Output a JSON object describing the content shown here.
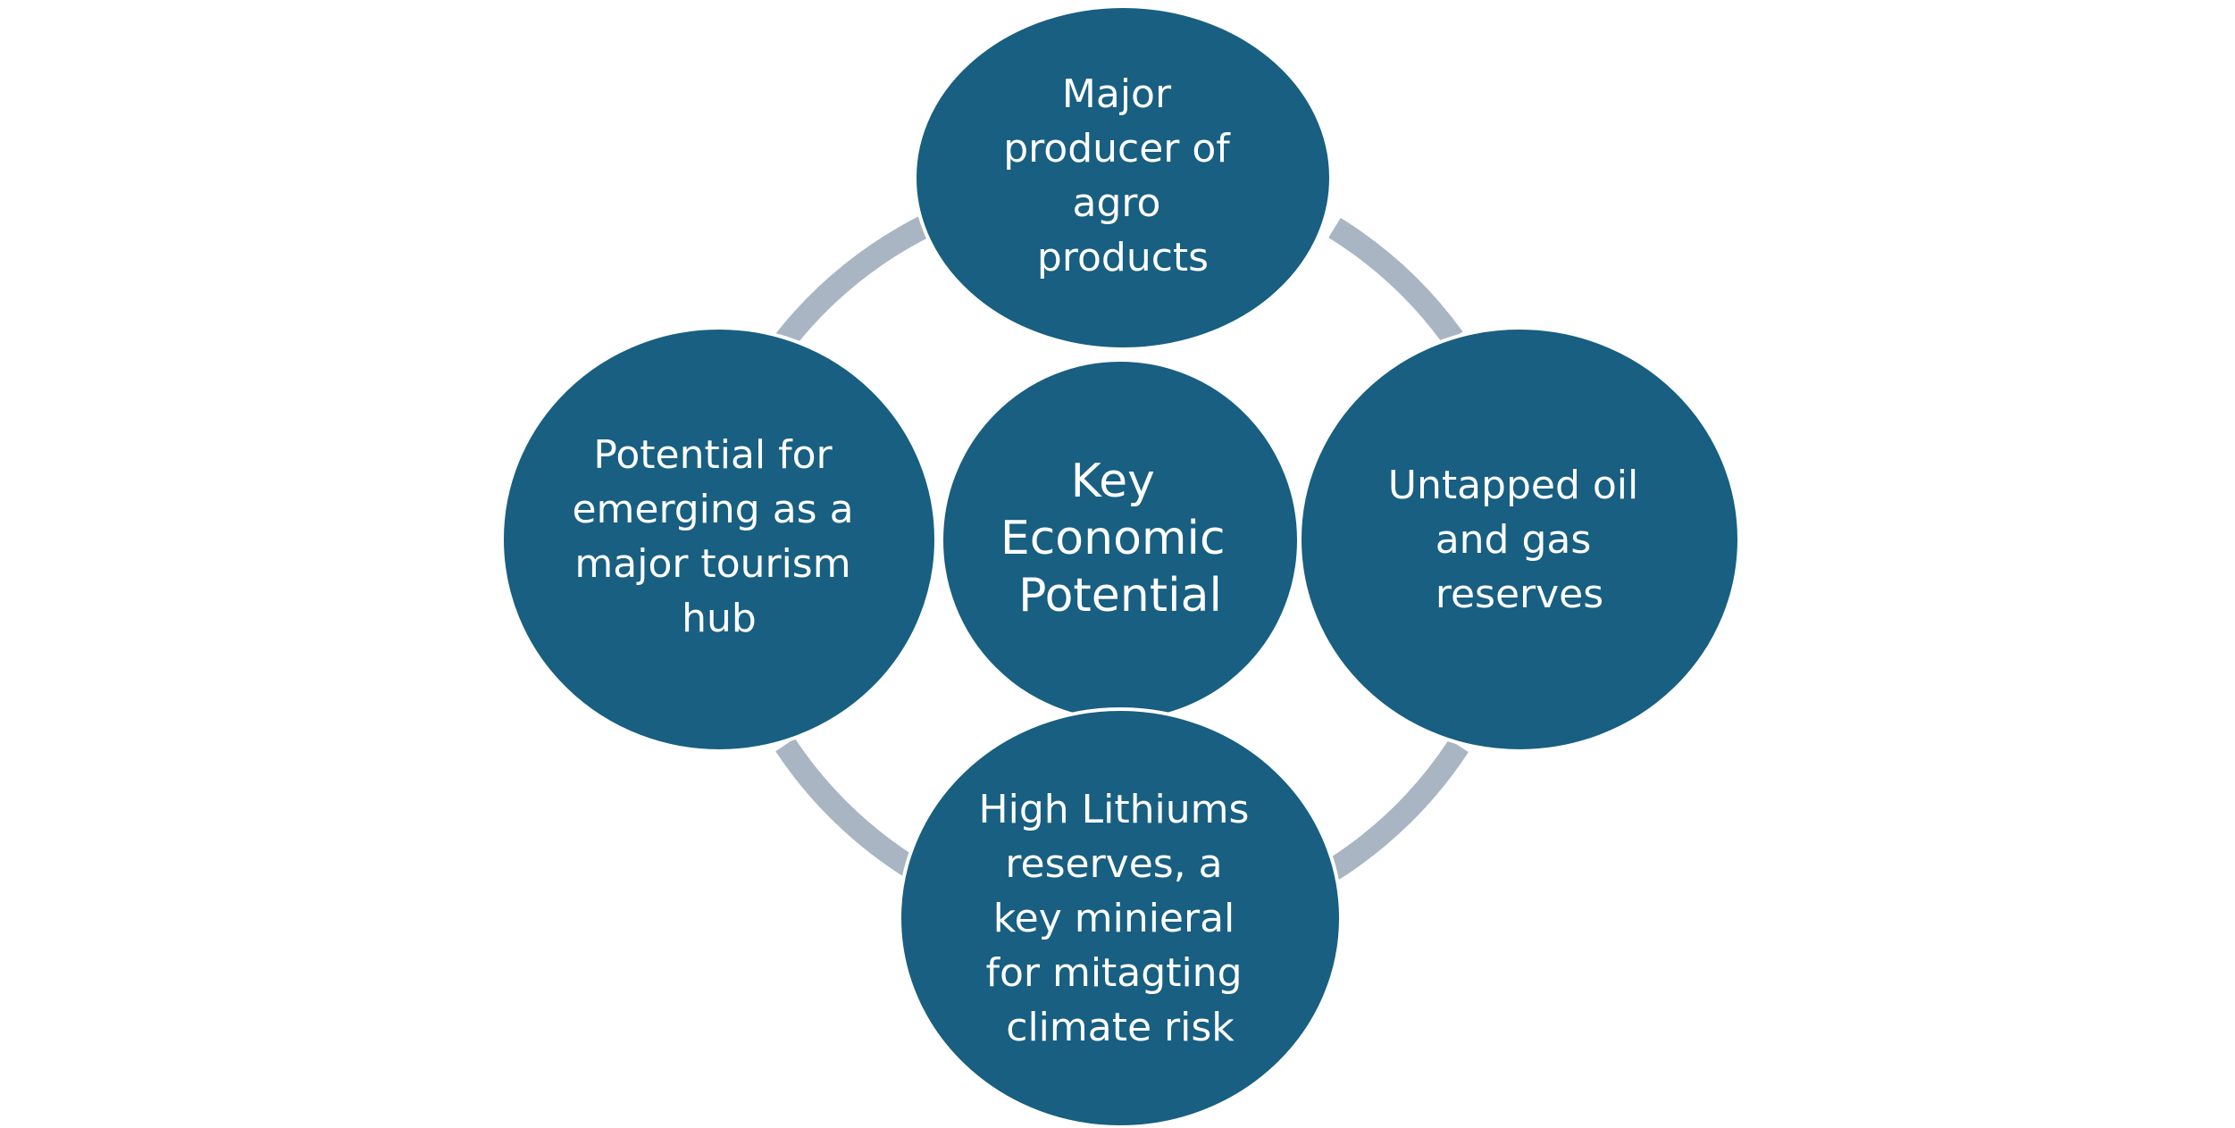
{
  "colors": {
    "node_fill": "#185F81",
    "node_stroke": "#ffffff",
    "connector": "#A9B5C2",
    "text": "#ffffff",
    "background": "#ffffff"
  },
  "diagram": {
    "center": {
      "lines": [
        "Key",
        "Economic",
        "Potential"
      ]
    },
    "nodes": [
      {
        "id": "top",
        "lines": [
          "Major",
          "producer of",
          "agro",
          "products"
        ]
      },
      {
        "id": "right",
        "lines": [
          "Untapped oil",
          "and gas",
          "reserves"
        ]
      },
      {
        "id": "bottom",
        "lines": [
          "High Lithiums",
          "reserves, a",
          "key minieral",
          "for mitagting",
          "climate risk"
        ]
      },
      {
        "id": "left",
        "lines": [
          "Potential for",
          "emerging as a",
          "major tourism",
          "hub"
        ]
      }
    ]
  }
}
